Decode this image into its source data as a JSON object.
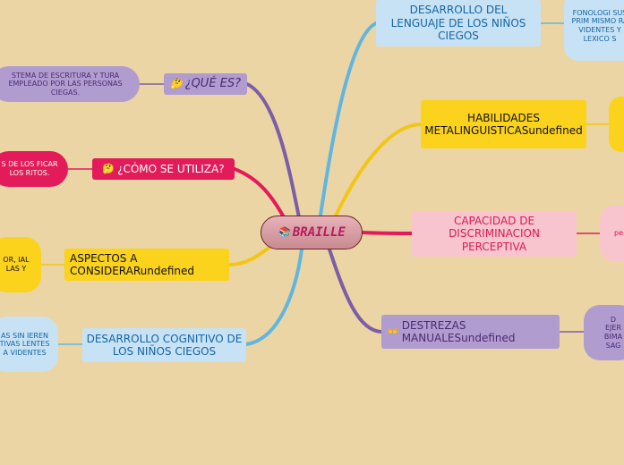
{
  "central": {
    "label": "BRAILLE",
    "icon": "books-icon"
  },
  "branches": {
    "que_es": {
      "label": "¿QUÉ ES?",
      "icon": "thinking-face-icon",
      "color": "#7b5ea7"
    },
    "como_se_utiliza": {
      "label": "¿CÓMO SE UTILIZA?",
      "icon": "thinking-face-icon",
      "color": "#e31b5b"
    },
    "aspectos": {
      "label": "ASPECTOS A CONSIDERARundefined",
      "color": "#f2c616"
    },
    "desarrollo_cognitivo": {
      "label": "DESARROLLO COGNITIVO DE LOS NIÑOS CIEGOS",
      "color": "#5fb6e0"
    },
    "desarrollo_lenguaje": {
      "label": "DESARROLLO DEL LENGUAJE DE LOS NIÑOS CIEGOS",
      "color": "#5fb6e0"
    },
    "habilidades": {
      "label": "HABILIDADES METALINGUISTICASundefined",
      "color": "#f2c616"
    },
    "capacidad": {
      "label": "CAPACIDAD DE DISCRIMINACION PERCEPTIVA",
      "color": "#e31b5b"
    },
    "destrezas": {
      "label": "DESTREZAS MANUALESundefined",
      "icon": "hands-icon",
      "color": "#7b5ea7"
    }
  },
  "leaves": {
    "que_es_detail": "STEMA DE ESCRITURA Y TURA EMPLEADO POR LAS PERSONAS CIEGAS.",
    "como_detail": "S DE LOS FICAR LOS RITOS.",
    "aspectos_detail": "OR, IAL LAS Y",
    "cognitivo_detail": "AS SIN IEREN TIVAS LENTES A VIDENTES",
    "lenguaje_detail": "FONOLOGI SUS PRIM MISMO RA VIDENTES Y LEXICO S",
    "capacidad_detail": "pe qu",
    "destrezas_detail": "D EJER BIMA SAG"
  }
}
